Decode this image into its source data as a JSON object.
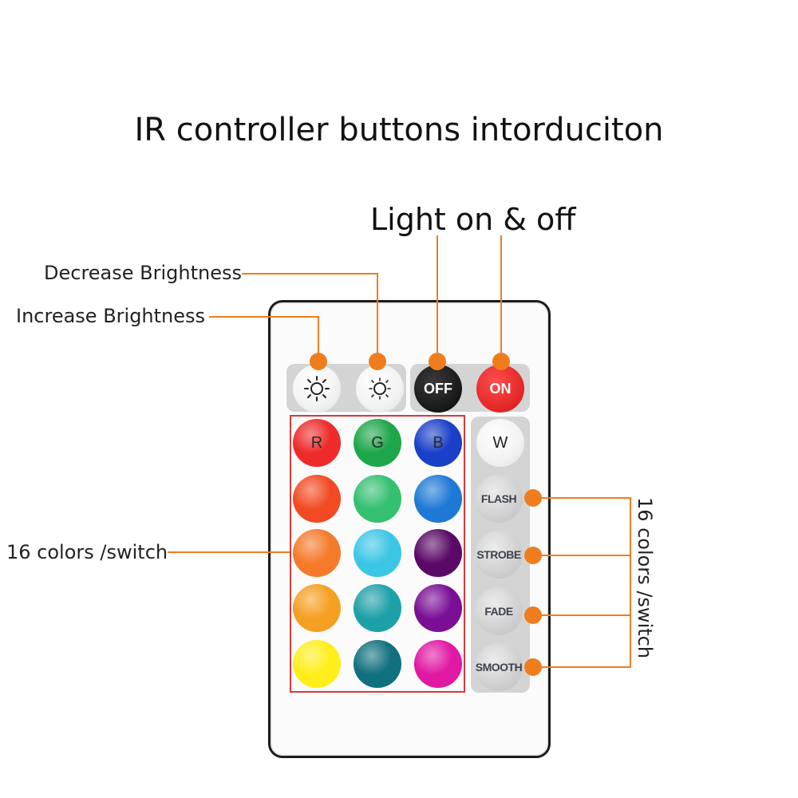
{
  "title": "IR controller buttons intorduciton",
  "subtitle": "Light on & off",
  "labels": {
    "decrease_brightness": "Decrease  Brightness",
    "increase_brightness": "Increase  Brightness",
    "colors_left": "16 colors /switch",
    "colors_right": "16 colors /switch"
  },
  "colors": {
    "callout": "#ef7d1e",
    "highlight": "#d63a3a",
    "remote_border": "#1b1b1b"
  },
  "buttons": {
    "brightness_up_icon": "sun-up-icon",
    "brightness_down_icon": "sun-down-icon",
    "off": "OFF",
    "on": "ON",
    "red": "R",
    "green": "G",
    "blue": "B",
    "white": "W",
    "flash": "FLASH",
    "strobe": "STROBE",
    "fade": "FADE",
    "smooth": "SMOOTH"
  },
  "color_grid": [
    [
      "#ee2a2a",
      "#1ea64a",
      "#1a3fc8"
    ],
    [
      "#f24a22",
      "#34c070",
      "#1e79d6"
    ],
    [
      "#f57a2a",
      "#3cc6e6",
      "#5a0a66"
    ],
    [
      "#f5a022",
      "#1ea0a8",
      "#7a0f96"
    ],
    [
      "#ffee1a",
      "#10707e",
      "#e018a4"
    ]
  ]
}
